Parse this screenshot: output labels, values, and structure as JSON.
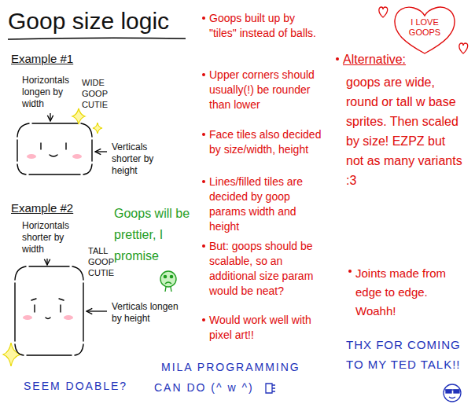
{
  "diagram": {
    "title": "Goop size logic",
    "nodes": [
      {
        "text": [
          "I LOVE GOOPS"
        ]
      }
    ],
    "labels": [
      "Example #1",
      "Horizontals longen by width",
      "WIDE GOOP CUTIE",
      "Verticals shorter by height",
      "Example #2",
      "Horizontals shorter by width",
      "TALL GOOP CUTIE",
      "Verticals longen by height",
      "Goops will be prettier, I promise",
      "Goops built up by \"tiles\" instead of balls.",
      "Upper corners should usually(!) be rounder than lower",
      "Face tiles also decided by size/width, height",
      "Lines/filled tiles are decided by goop params width and height",
      "But: goops should be scalable, so an additional size param would be neat?",
      "Would work well with pixel art!!",
      "Alternative:",
      "goops are wide, round or tall w base sprites. Then scaled by size! EZPZ but not as many variants :3",
      "Joints made from edge to edge. Woahh!",
      "THX FOR COMING TO MY TED TALK!!",
      "SEEM DOABLE?",
      "MILA PROGRAMMING",
      "CAN DO (^ w ^)"
    ]
  }
}
